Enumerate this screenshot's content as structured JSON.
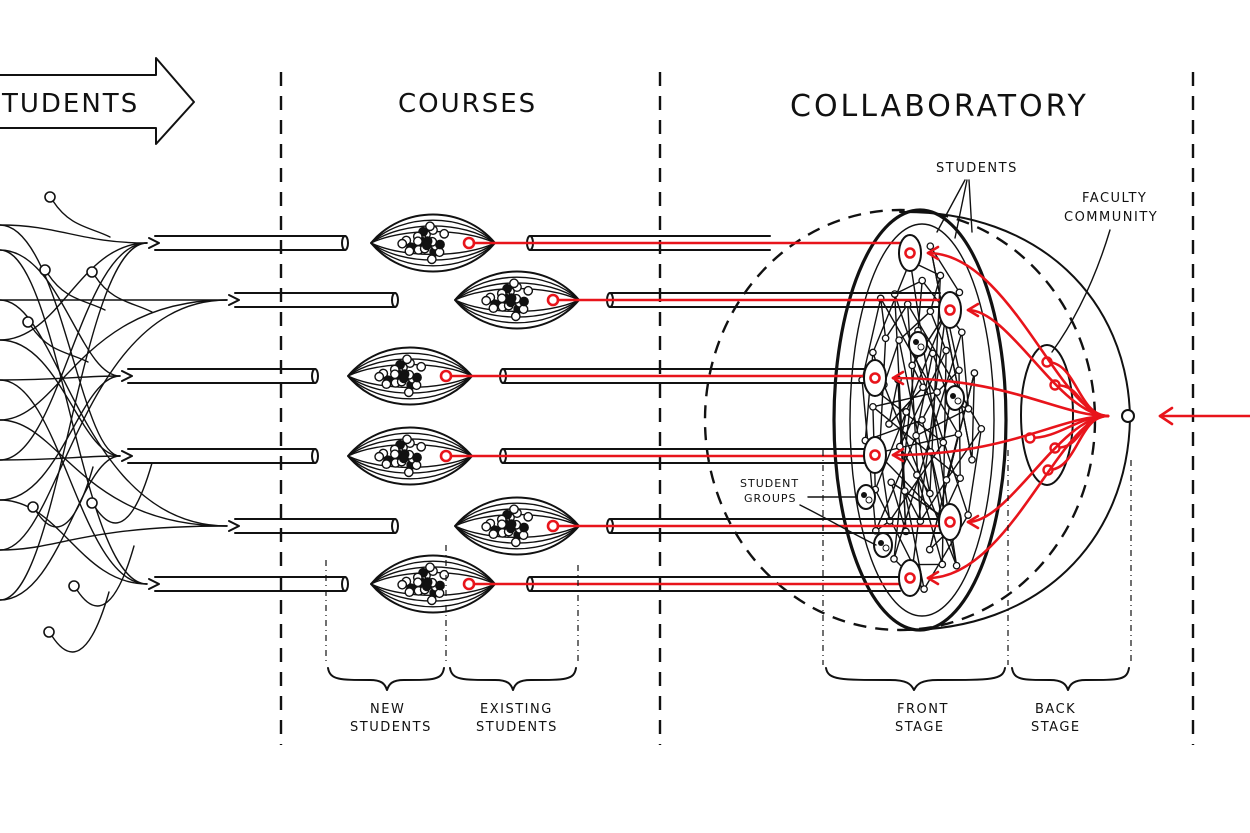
{
  "header": {
    "students_label": "TUDENTS",
    "courses_label": "COURSES",
    "collaboratory_label": "COLLABORATORY"
  },
  "annotations": {
    "students": "STUDENTS",
    "faculty_line1": "FACULTY",
    "faculty_line2": "COMMUNITY",
    "student_groups_line1": "STUDENT",
    "student_groups_line2": "GROUPS"
  },
  "braces": {
    "new_line1": "NEW",
    "new_line2": "STUDENTS",
    "existing_line1": "EXISTING",
    "existing_line2": "STUDENTS",
    "front_line1": "FRONT",
    "front_line2": "STAGE",
    "back_line1": "BACK",
    "back_line2": "STAGE"
  },
  "colors": {
    "ink": "#111111",
    "accent": "#e8141b",
    "background": "#ffffff"
  }
}
